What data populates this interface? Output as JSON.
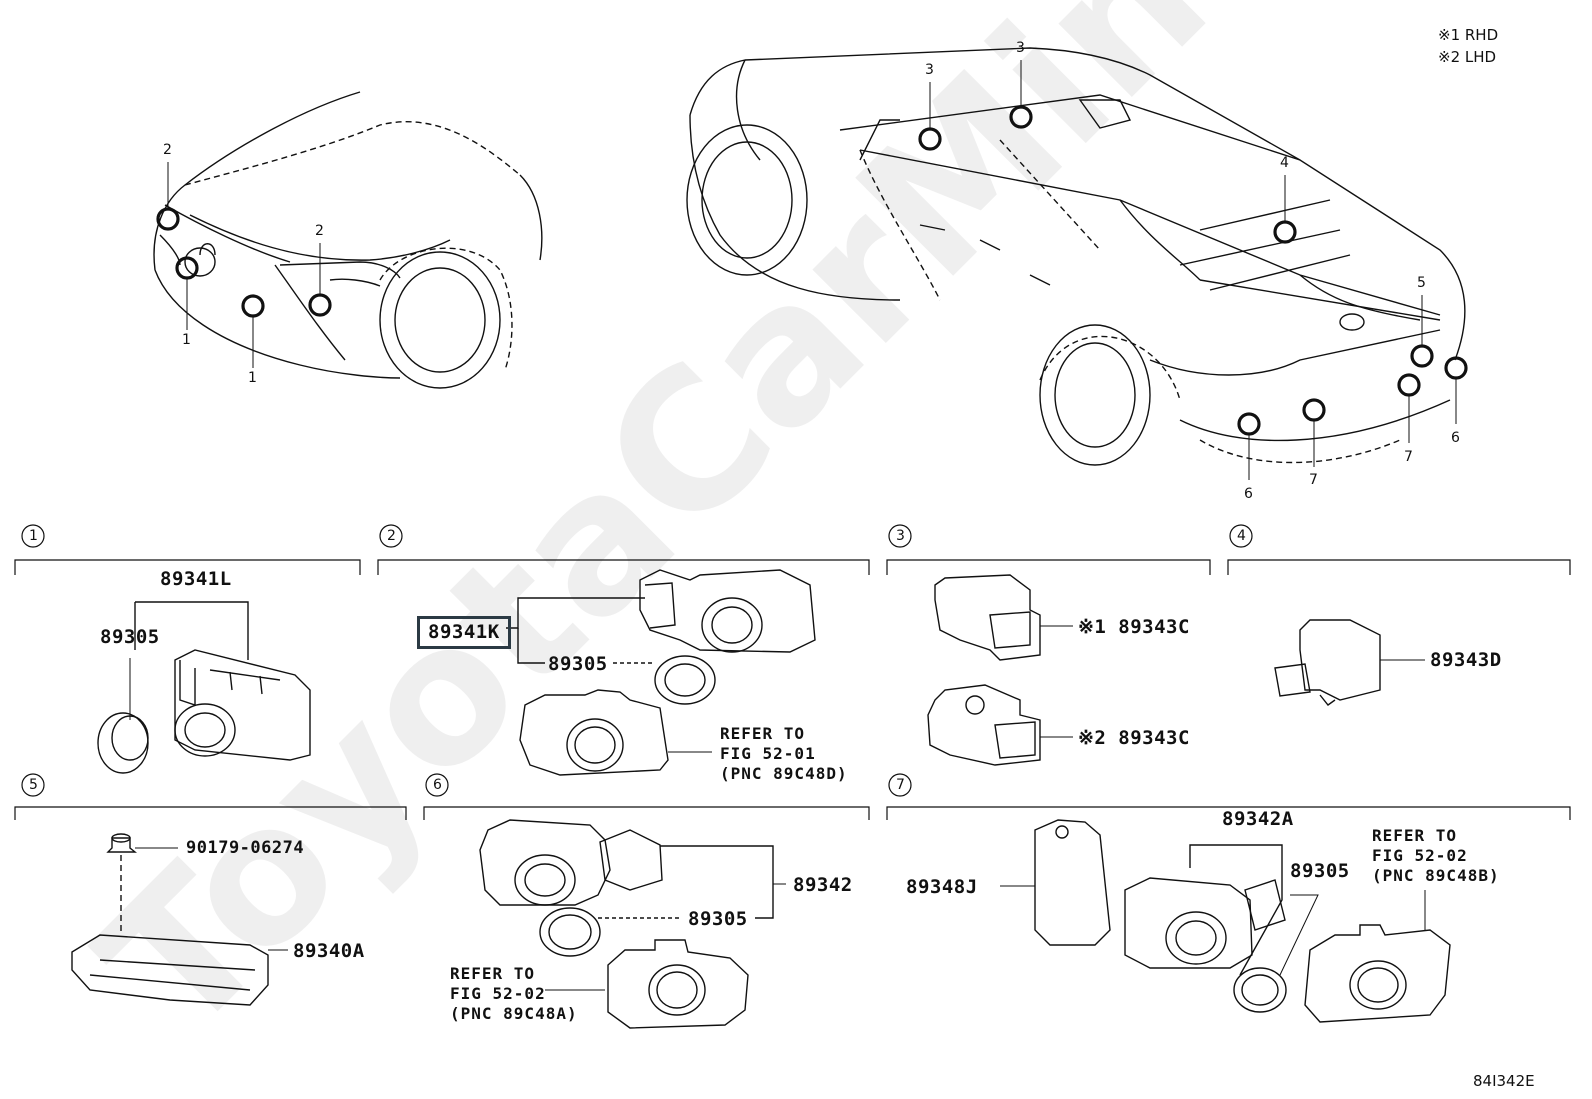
{
  "legend": {
    "note1": "※1 RHD",
    "note2": "※2 LHD"
  },
  "parts": {
    "p89341L": "89341L",
    "p89305_a": "89305",
    "p89341K": "89341K",
    "p89305_b": "89305",
    "p89343C_1": "※1 89343C",
    "p89343C_2": "※2 89343C",
    "p89343D": "89343D",
    "p90179": "90179-06274",
    "p89340A": "89340A",
    "p89342": "89342",
    "p89305_c": "89305",
    "p89342A": "89342A",
    "p89348J": "89348J",
    "p89305_d": "89305"
  },
  "refs": {
    "ref_a": [
      "REFER TO",
      "FIG 52-01",
      "(PNC 89C48D)"
    ],
    "ref_b": [
      "REFER TO",
      "FIG 52-02",
      "(PNC 89C48A)"
    ],
    "ref_c": [
      "REFER TO",
      "FIG 52-02",
      "(PNC 89C48B)"
    ]
  },
  "section_numbers": [
    "1",
    "2",
    "3",
    "4",
    "5",
    "6",
    "7"
  ],
  "callouts": {
    "front": [
      "2",
      "2",
      "1",
      "1"
    ],
    "rear_top": [
      "3",
      "3",
      "4",
      "5"
    ],
    "rear_bottom": [
      "6",
      "7",
      "7",
      "6"
    ]
  },
  "figure_code": "84I342E",
  "watermark": "ToyotaCarMine.ru"
}
